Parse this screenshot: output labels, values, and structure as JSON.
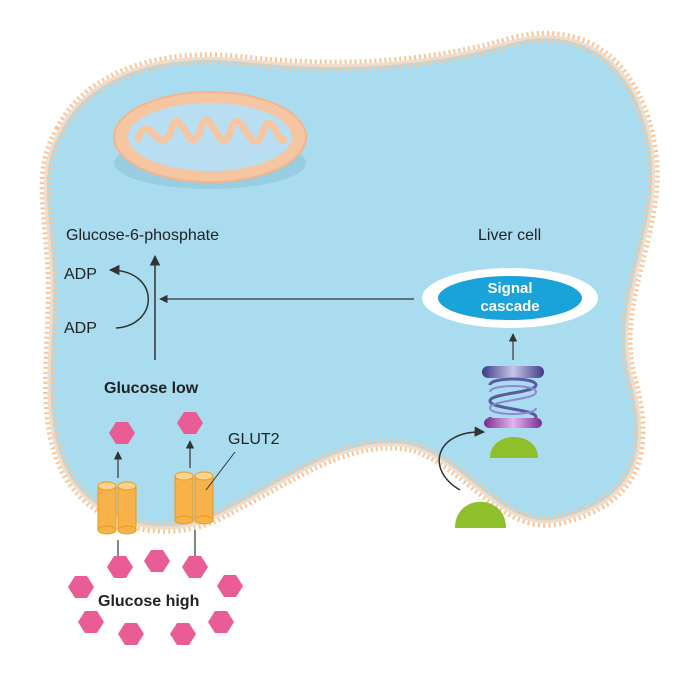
{
  "labels": {
    "glucose6p": "Glucose-6-phosphate",
    "adp_top": "ADP",
    "adp_bottom": "ADP",
    "glucose_low": "Glucose low",
    "glut2": "GLUT2",
    "glucose_high": "Glucose high",
    "liver_cell": "Liver cell",
    "signal_line1": "Signal",
    "signal_line2": "cascade"
  },
  "colors": {
    "cytoplasm": "#a9dcef",
    "membrane": "#f7c79c",
    "glucose": "#e95c95",
    "glut2": "#f7b24a",
    "receptor_ligand": "#8fbf2a",
    "receptor_coil": "#5a5aa0",
    "signal_ellipse": "#1aa3d8",
    "mito_outer": "#f6c6a3",
    "mito_inner": "#b9def1"
  },
  "icons": {
    "mitochondrion": "mitochondrion-icon",
    "transporter": "glut2-transporter-icon",
    "receptor": "receptor-icon",
    "glucose": "glucose-hexagon-icon"
  }
}
